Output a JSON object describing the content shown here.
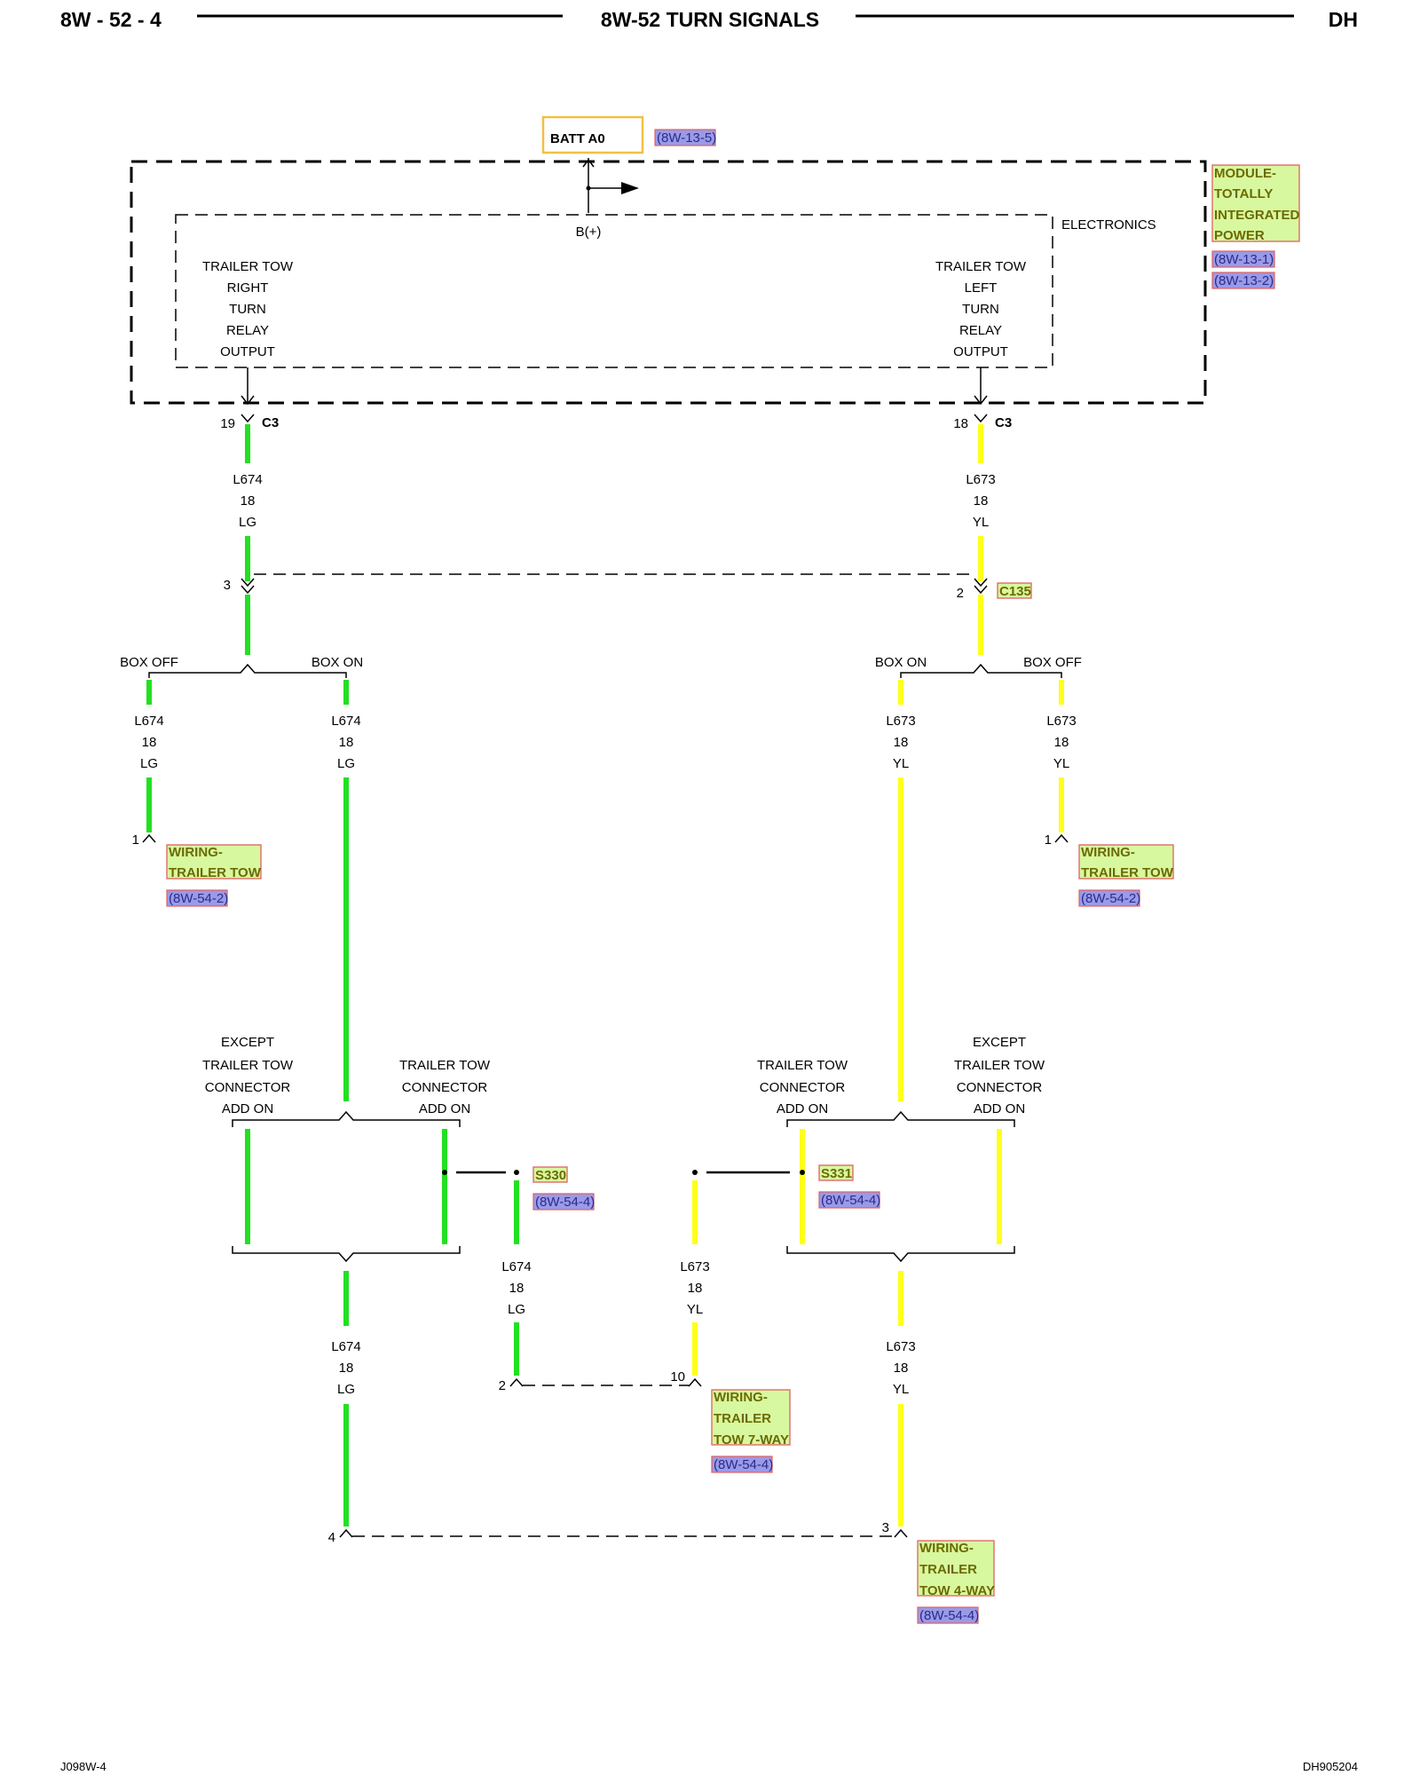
{
  "header": {
    "page_left": "8W - 52 - 4",
    "title": "8W-52 TURN SIGNALS",
    "page_right": "DH"
  },
  "footer": {
    "left": "J098W-4",
    "right": "DH905204"
  },
  "batt": {
    "label": "BATT A0",
    "ref": "(8W-13-5)"
  },
  "module": {
    "name_lines": [
      "MODULE-",
      "TOTALLY",
      "INTEGRATED",
      "POWER"
    ],
    "refs": [
      "(8W-13-1)",
      "(8W-13-2)"
    ],
    "electronics": "ELECTRONICS",
    "bplus": "B(+)",
    "right_output": [
      "TRAILER TOW",
      "RIGHT",
      "TURN",
      "RELAY",
      "OUTPUT"
    ],
    "left_output": [
      "TRAILER TOW",
      "LEFT",
      "TURN",
      "RELAY",
      "OUTPUT"
    ]
  },
  "connectors": {
    "c3": "C3",
    "c3_pin_left": "19",
    "c3_pin_right": "18",
    "c135": "C135",
    "c135_pin_left": "3",
    "c135_pin_right": "2"
  },
  "wires": {
    "left": [
      "L674",
      "18",
      "LG"
    ],
    "right": [
      "L673",
      "18",
      "YL"
    ]
  },
  "options": {
    "box_off": "BOX OFF",
    "box_on": "BOX ON",
    "except_addon": [
      "EXCEPT",
      "TRAILER TOW",
      "CONNECTOR",
      "ADD ON"
    ],
    "addon": [
      "TRAILER TOW",
      "CONNECTOR",
      "ADD ON"
    ]
  },
  "splices": {
    "s330": "S330",
    "s330_ref": "(8W-54-4)",
    "s331": "S331",
    "s331_ref": "(8W-54-4)"
  },
  "destinations": {
    "trailer_tow": {
      "lines": [
        "WIRING-",
        "TRAILER TOW"
      ],
      "ref": "(8W-54-2)",
      "pin": "1"
    },
    "seven_way": {
      "lines": [
        "WIRING-",
        "TRAILER",
        "TOW 7-WAY"
      ],
      "ref": "(8W-54-4)",
      "pin_lg": "2",
      "pin_yl": "10"
    },
    "four_way": {
      "lines": [
        "WIRING-",
        "TRAILER",
        "TOW 4-WAY"
      ],
      "ref": "(8W-54-4)",
      "pin_lg": "4",
      "pin_yl": "3"
    }
  },
  "colors": {
    "lg_wire": "#22e022",
    "yl_wire": "#ffff1a",
    "component_fill": "#d8f8a0",
    "ref_fill": "#9a9ae6",
    "batt_border": "#f2c043"
  }
}
